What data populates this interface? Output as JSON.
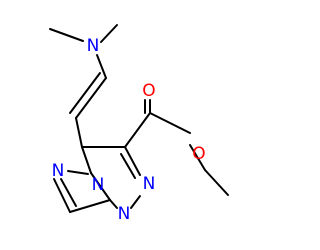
{
  "molecule": {
    "atoms": {
      "dimethylamino_n": "N",
      "carbonyl_o": "O",
      "ester_o": "O",
      "ring_n_bridge": "N",
      "pyrazole_n": "N",
      "triazine_n_a": "N",
      "triazine_n_b": "N"
    }
  },
  "colors": {
    "carbon_bond": "#000000",
    "nitrogen": "#0000ff",
    "oxygen": "#ff0000",
    "background": "#ffffff"
  }
}
